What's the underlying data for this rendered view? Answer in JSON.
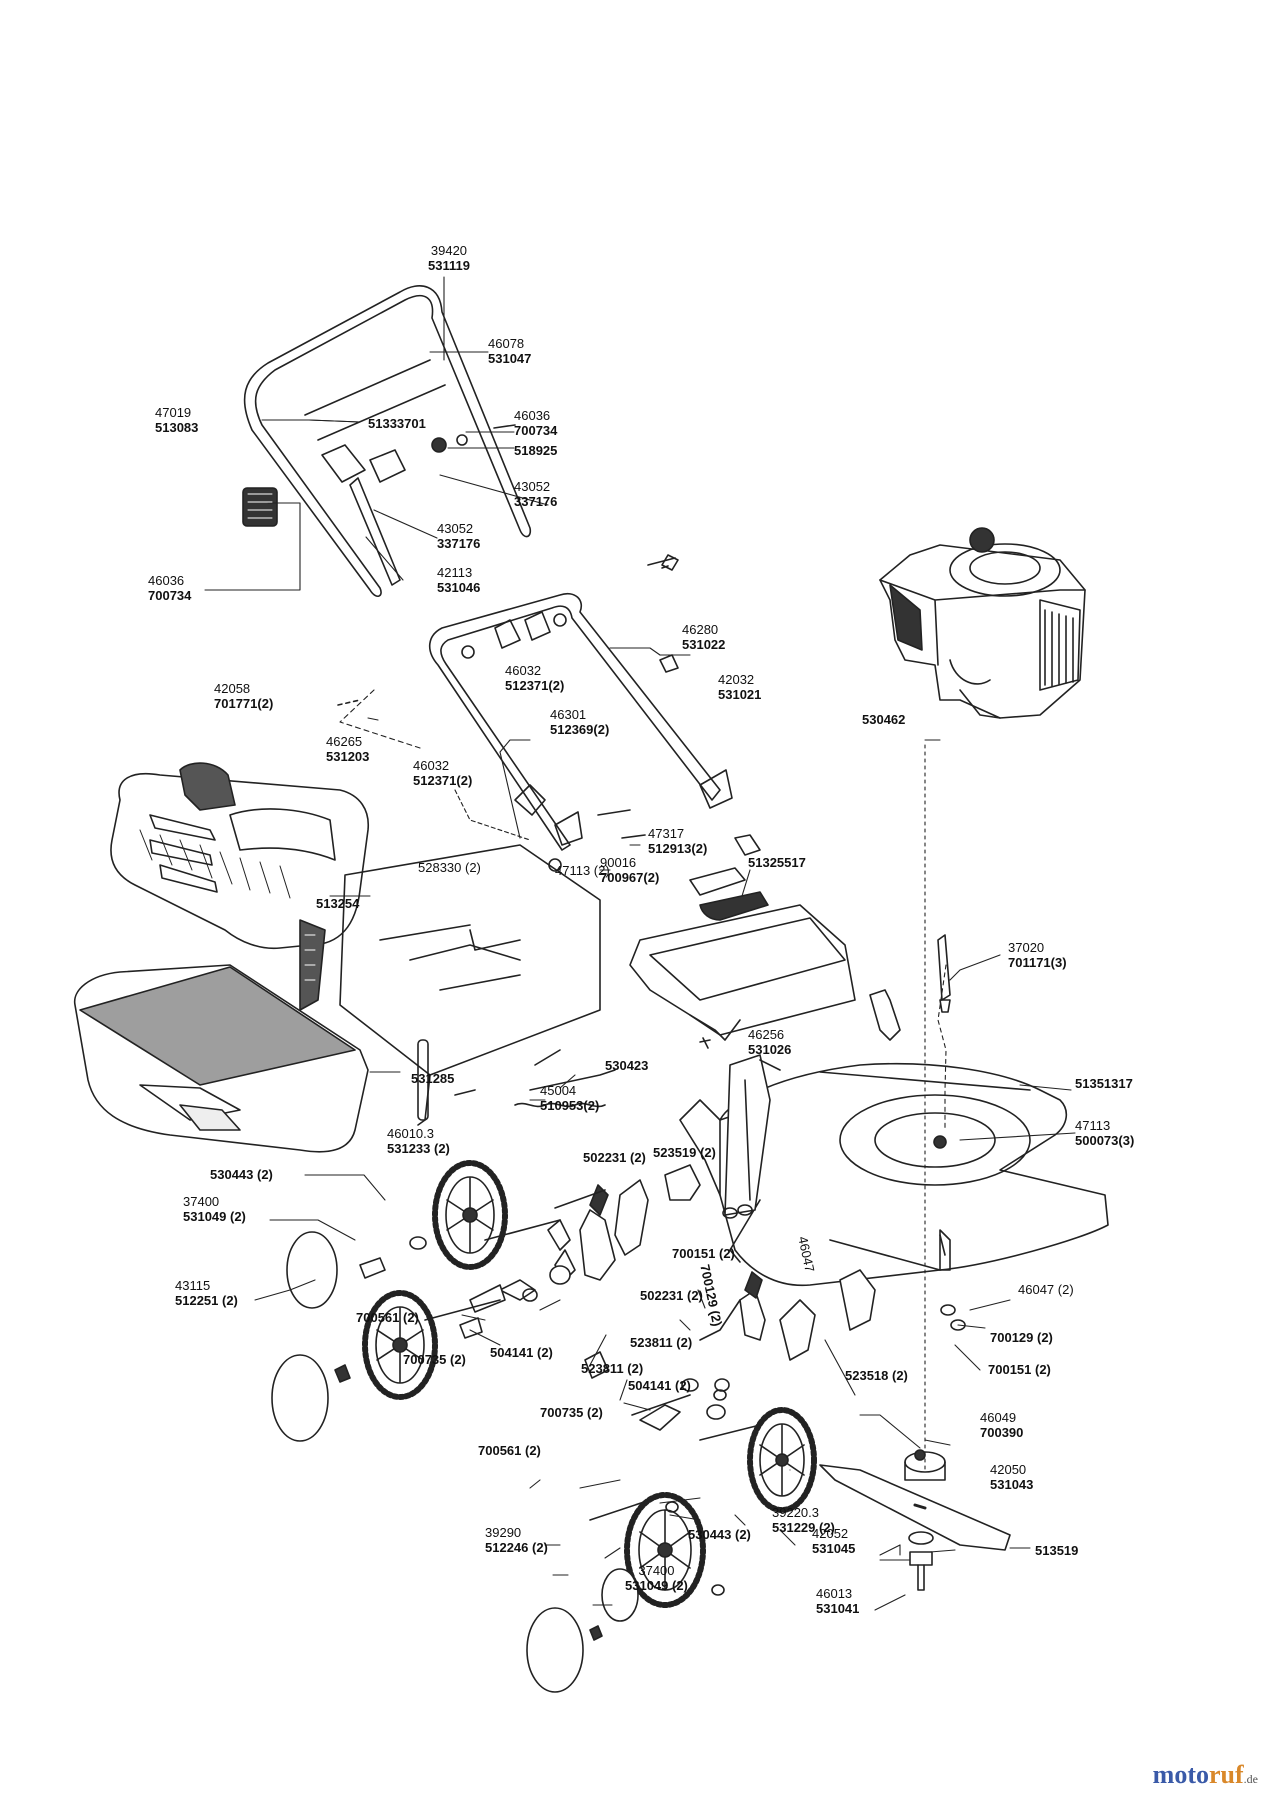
{
  "labels": {
    "l01": {
      "ref": "39420",
      "pn": "531119"
    },
    "l02": {
      "ref": "46078",
      "pn": "531047"
    },
    "l03": {
      "ref": "47019",
      "pn": "513083"
    },
    "l04": {
      "ref": "",
      "pn": "51333701"
    },
    "l05": {
      "ref": "46036",
      "pn": "700734"
    },
    "l06": {
      "ref": "",
      "pn": "518925"
    },
    "l07": {
      "ref": "43052",
      "pn": "337176"
    },
    "l08": {
      "ref": "43052",
      "pn": "337176"
    },
    "l09": {
      "ref": "42113",
      "pn": "531046"
    },
    "l10": {
      "ref": "46036",
      "pn": "700734"
    },
    "l11": {
      "ref": "46280",
      "pn": "531022"
    },
    "l12": {
      "ref": "42058",
      "pn": "701771(2)"
    },
    "l13": {
      "ref": "46032",
      "pn": "512371(2)"
    },
    "l14": {
      "ref": "42032",
      "pn": "531021"
    },
    "l15": {
      "ref": "46301",
      "pn": "512369(2)"
    },
    "l16": {
      "ref": "46265",
      "pn": "531203"
    },
    "l17": {
      "ref": "",
      "pn": "530462"
    },
    "l18": {
      "ref": "46032",
      "pn": "512371(2)"
    },
    "l19": {
      "ref": "47317",
      "pn": "512913(2)"
    },
    "l20": {
      "ref": "90016",
      "pn": "700967(2)"
    },
    "l21": {
      "ref": "",
      "pn": "51325517"
    },
    "l22": {
      "ref": "528330 (2)",
      "pn": ""
    },
    "l23": {
      "ref": "47113 (2)",
      "pn": ""
    },
    "l24": {
      "ref": "",
      "pn": "513254"
    },
    "l25": {
      "ref": "37020",
      "pn": "701171(3)"
    },
    "l26": {
      "ref": "46256",
      "pn": "531026"
    },
    "l27": {
      "ref": "",
      "pn": "51351317"
    },
    "l28": {
      "ref": "",
      "pn": "531285"
    },
    "l29": {
      "ref": "",
      "pn": "530423"
    },
    "l30": {
      "ref": "45004",
      "pn": "510953(2)"
    },
    "l31": {
      "ref": "47113",
      "pn": "500073(3)"
    },
    "l32": {
      "ref": "46010.3",
      "pn": "531233 (2)"
    },
    "l33": {
      "ref": "",
      "pn": "523519 (2)"
    },
    "l34": {
      "ref": "",
      "pn": "530443 (2)"
    },
    "l35": {
      "ref": "",
      "pn": "502231 (2)"
    },
    "l36": {
      "ref": "37400",
      "pn": "531049 (2)"
    },
    "l37": {
      "ref": "",
      "pn": "700151 (2)"
    },
    "l38": {
      "ref": "",
      "pn": "700129 (2)"
    },
    "l39": {
      "ref": "46047",
      "pn": ""
    },
    "l40": {
      "ref": "43115",
      "pn": "512251 (2)"
    },
    "l41": {
      "ref": "46047 (2)",
      "pn": ""
    },
    "l42": {
      "ref": "",
      "pn": "502231 (2)"
    },
    "l43": {
      "ref": "",
      "pn": "700561 (2)"
    },
    "l44": {
      "ref": "",
      "pn": "700129 (2)"
    },
    "l45": {
      "ref": "",
      "pn": "700735 (2)"
    },
    "l46": {
      "ref": "",
      "pn": "504141 (2)"
    },
    "l47": {
      "ref": "",
      "pn": "523811 (2)"
    },
    "l48": {
      "ref": "",
      "pn": "523811 (2)"
    },
    "l49": {
      "ref": "",
      "pn": "700151 (2)"
    },
    "l50": {
      "ref": "",
      "pn": "504141 (2)"
    },
    "l51": {
      "ref": "",
      "pn": "523518 (2)"
    },
    "l52": {
      "ref": "",
      "pn": "700735 (2)"
    },
    "l53": {
      "ref": "46049",
      "pn": "700390"
    },
    "l54": {
      "ref": "",
      "pn": "700561 (2)"
    },
    "l55": {
      "ref": "42050",
      "pn": "531043"
    },
    "l56": {
      "ref": "39220.3",
      "pn": "531229 (2)"
    },
    "l57": {
      "ref": "39290",
      "pn": "512246 (2)"
    },
    "l58": {
      "ref": "",
      "pn": "530443 (2)"
    },
    "l59": {
      "ref": "42052",
      "pn": "531045"
    },
    "l60": {
      "ref": "",
      "pn": "513519"
    },
    "l61": {
      "ref": "37400",
      "pn": "531049 (2)"
    },
    "l62": {
      "ref": "46013",
      "pn": "531041"
    }
  },
  "watermark": {
    "brand_a": "moto",
    "brand_b": "ruf",
    "suffix": ".de"
  },
  "colors": {
    "line": "#222222",
    "part_fill": "#ffffff",
    "grass_box_fill": "#9e9e9e",
    "dark": "#333333"
  }
}
